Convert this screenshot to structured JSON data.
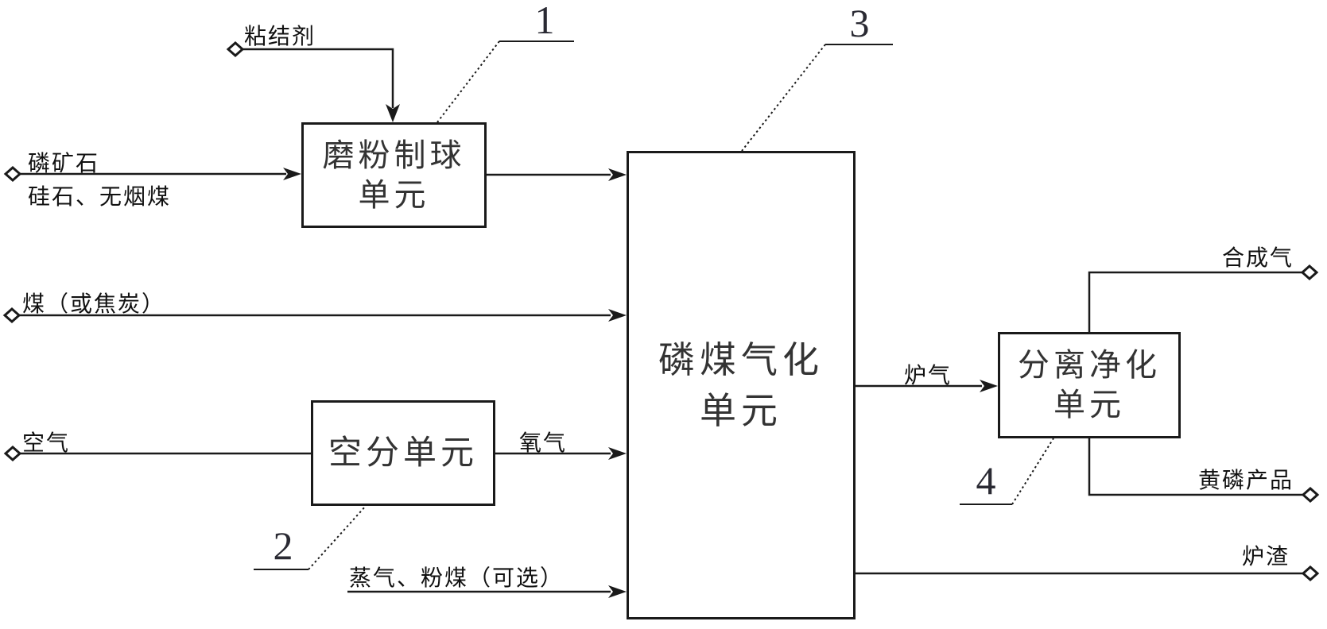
{
  "diagram": {
    "kind": "process-flow-diagram",
    "background": "#ffffff",
    "line_color": "#1a1a1a",
    "units": {
      "grinding": {
        "line1": "磨粉制球",
        "line2": "单元",
        "ref": "1"
      },
      "air_separation": {
        "line1": "空分单元",
        "ref": "2"
      },
      "gasification": {
        "line1": "磷煤气化",
        "line2": "单元",
        "ref": "3"
      },
      "separation": {
        "line1": "分离净化",
        "line2": "单元",
        "ref": "4"
      }
    },
    "streams": {
      "binder": "粘结剂",
      "ore_line1": "磷矿石",
      "ore_line2": "硅石、无烟煤",
      "coal": "煤（或焦炭）",
      "air": "空气",
      "oxygen": "氧气",
      "steam": "蒸气、粉煤（可选）",
      "furnace_gas": "炉气",
      "syngas": "合成气",
      "phosphorus": "黄磷产品",
      "slag": "炉渣"
    }
  }
}
